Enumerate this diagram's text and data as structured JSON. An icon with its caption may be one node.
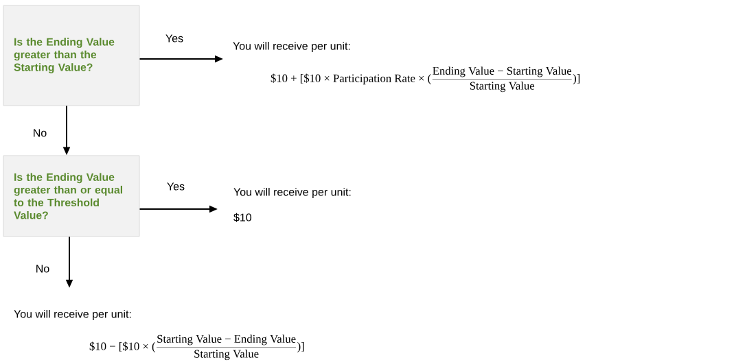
{
  "diagram": {
    "nodes": [
      {
        "text": [
          "Is the Ending Value greater than the Starting Value?"
        ]
      },
      {
        "text": [
          "You will receive per unit:",
          "$10 + [$10 × Participation Rate × (",
          "Ending Value − Starting Value",
          "Starting Value",
          ")]"
        ]
      },
      {
        "text": [
          "Is the Ending Value greater than or equal to the Threshold Value?"
        ]
      },
      {
        "text": [
          "You will receive per unit:",
          "$10"
        ]
      },
      {
        "text": [
          "You will receive per unit:",
          "$10 − [$10 × (",
          "Starting Value − Ending Value",
          "Starting Value",
          ")]"
        ]
      }
    ],
    "edges": [
      {
        "from": 0,
        "to": 1,
        "arrow": "to",
        "label": "Yes"
      },
      {
        "from": 0,
        "to": 2,
        "arrow": "to",
        "label": "No"
      },
      {
        "from": 2,
        "to": 3,
        "arrow": "to",
        "label": "Yes"
      },
      {
        "from": 2,
        "to": 4,
        "arrow": "to",
        "label": "No"
      }
    ]
  }
}
